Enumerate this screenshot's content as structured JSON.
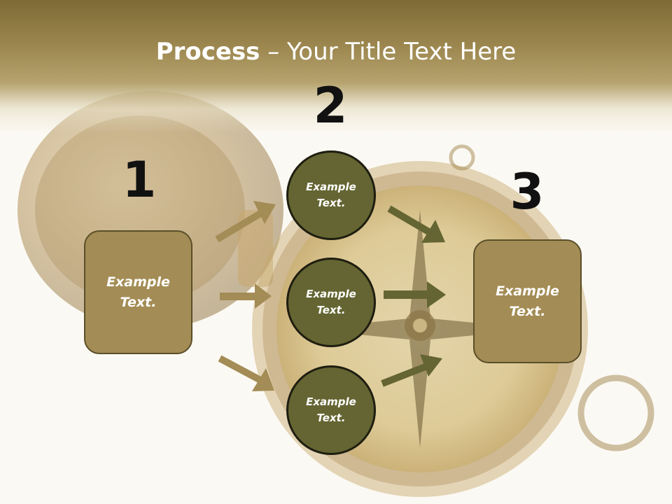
{
  "slide": {
    "title_bold": "Process",
    "title_rest": " – Your Title Text Here",
    "steps": {
      "one": {
        "number": "1",
        "box_text": "Example Text."
      },
      "two": {
        "number": "2",
        "circles": [
          "Example Text.",
          "Example Text.",
          "Example Text."
        ]
      },
      "three": {
        "number": "3",
        "box_text": "Example Text."
      }
    },
    "colors": {
      "header": "#9c874f",
      "box_fill": "#a38c55",
      "circle_fill": "#646532",
      "arrow_left": "#a38c55",
      "arrow_right": "#646532"
    },
    "background_image": "brass-compass"
  }
}
